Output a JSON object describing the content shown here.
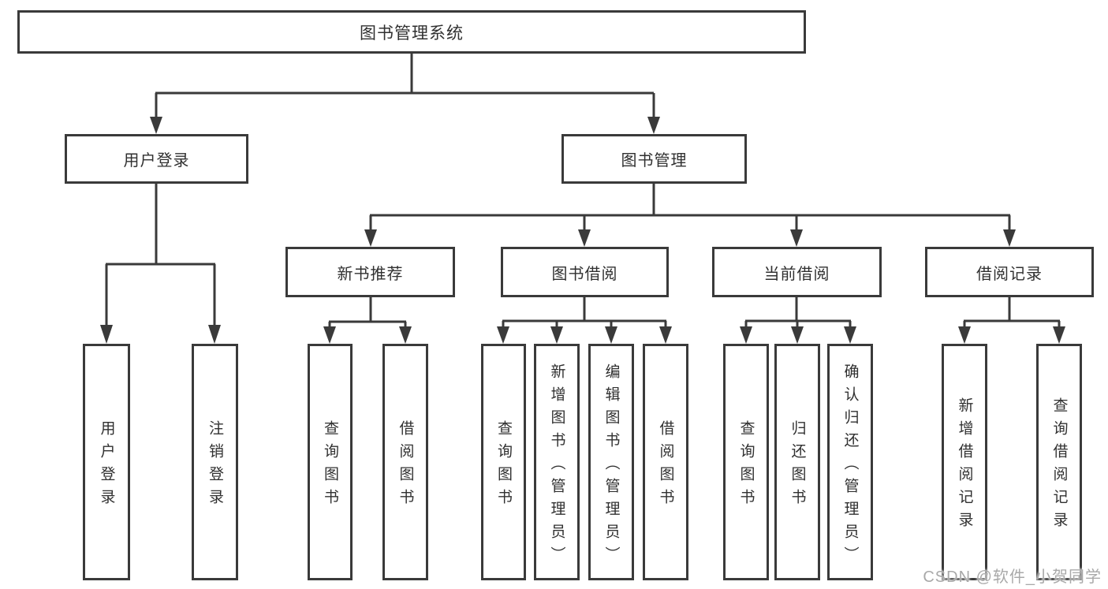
{
  "colors": {
    "line": "#3a3a3a",
    "text": "#303030",
    "background": "#ffffff",
    "watermark": "#a9a9a9"
  },
  "watermark": "CSDN @软件_小贺同学",
  "tree": {
    "label": "图书管理系统",
    "children": [
      {
        "label": "用户登录",
        "children": [
          {
            "label": "用户登录"
          },
          {
            "label": "注销登录"
          }
        ]
      },
      {
        "label": "图书管理",
        "children": [
          {
            "label": "新书推荐",
            "children": [
              {
                "label": "查询图书"
              },
              {
                "label": "借阅图书"
              }
            ]
          },
          {
            "label": "图书借阅",
            "children": [
              {
                "label": "查询图书"
              },
              {
                "label": "新增图书（管理员）"
              },
              {
                "label": "编辑图书（管理员）"
              },
              {
                "label": "借阅图书"
              }
            ]
          },
          {
            "label": "当前借阅",
            "children": [
              {
                "label": "查询图书"
              },
              {
                "label": "归还图书"
              },
              {
                "label": "确认归还（管理员）"
              }
            ]
          },
          {
            "label": "借阅记录",
            "children": [
              {
                "label": "新增借阅记录"
              },
              {
                "label": "查询借阅记录"
              }
            ]
          }
        ]
      }
    ]
  }
}
